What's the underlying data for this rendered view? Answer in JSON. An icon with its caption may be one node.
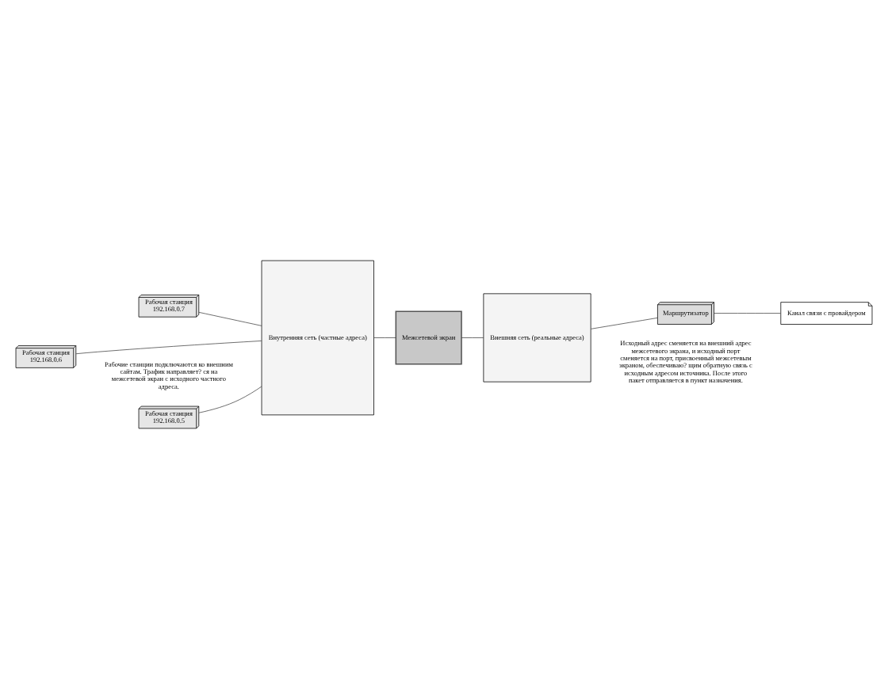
{
  "diagram": {
    "nodes": [
      {
        "text": [
          "Рабочая станция",
          "192.168.0.7"
        ]
      },
      {
        "text": [
          "Рабочая станция",
          "192.168.0.6"
        ]
      },
      {
        "text": [
          "Рабочая станция",
          "192.168.0.5"
        ]
      },
      {
        "text": [
          "Внутренняя сеть (частные адреса)"
        ]
      },
      {
        "text": [
          "Межсетевой экран"
        ]
      },
      {
        "text": [
          "Внешняя сеть (реальные адреса)"
        ]
      },
      {
        "text": [
          "Маршрутизатор"
        ]
      },
      {
        "text": [
          "Канал связи с провайдером"
        ]
      }
    ],
    "edges": [
      {
        "from": 0,
        "to": 3,
        "arrow": "none"
      },
      {
        "from": 1,
        "to": 3,
        "arrow": "none"
      },
      {
        "from": 2,
        "to": 3,
        "arrow": "none"
      },
      {
        "from": 3,
        "to": 4,
        "arrow": "none"
      },
      {
        "from": 4,
        "to": 5,
        "arrow": "none"
      },
      {
        "from": 5,
        "to": 6,
        "arrow": "none"
      },
      {
        "from": 6,
        "to": 7,
        "arrow": "none"
      }
    ],
    "labels": [
      "Рабочие станции подключаются ко внешним сайтам. Трафик направляет? ся на межсетевой экран с исходного частного адреса.",
      "Исходный адрес сменяется на внешний адрес межсетевого экрана, и исходный порт сменяется на порт, присвоенный межсетевым экраном, обеспечиваю? щим обратную связь с исходным адресом источника. После этого пакет отправляется в пункт назначения."
    ]
  }
}
